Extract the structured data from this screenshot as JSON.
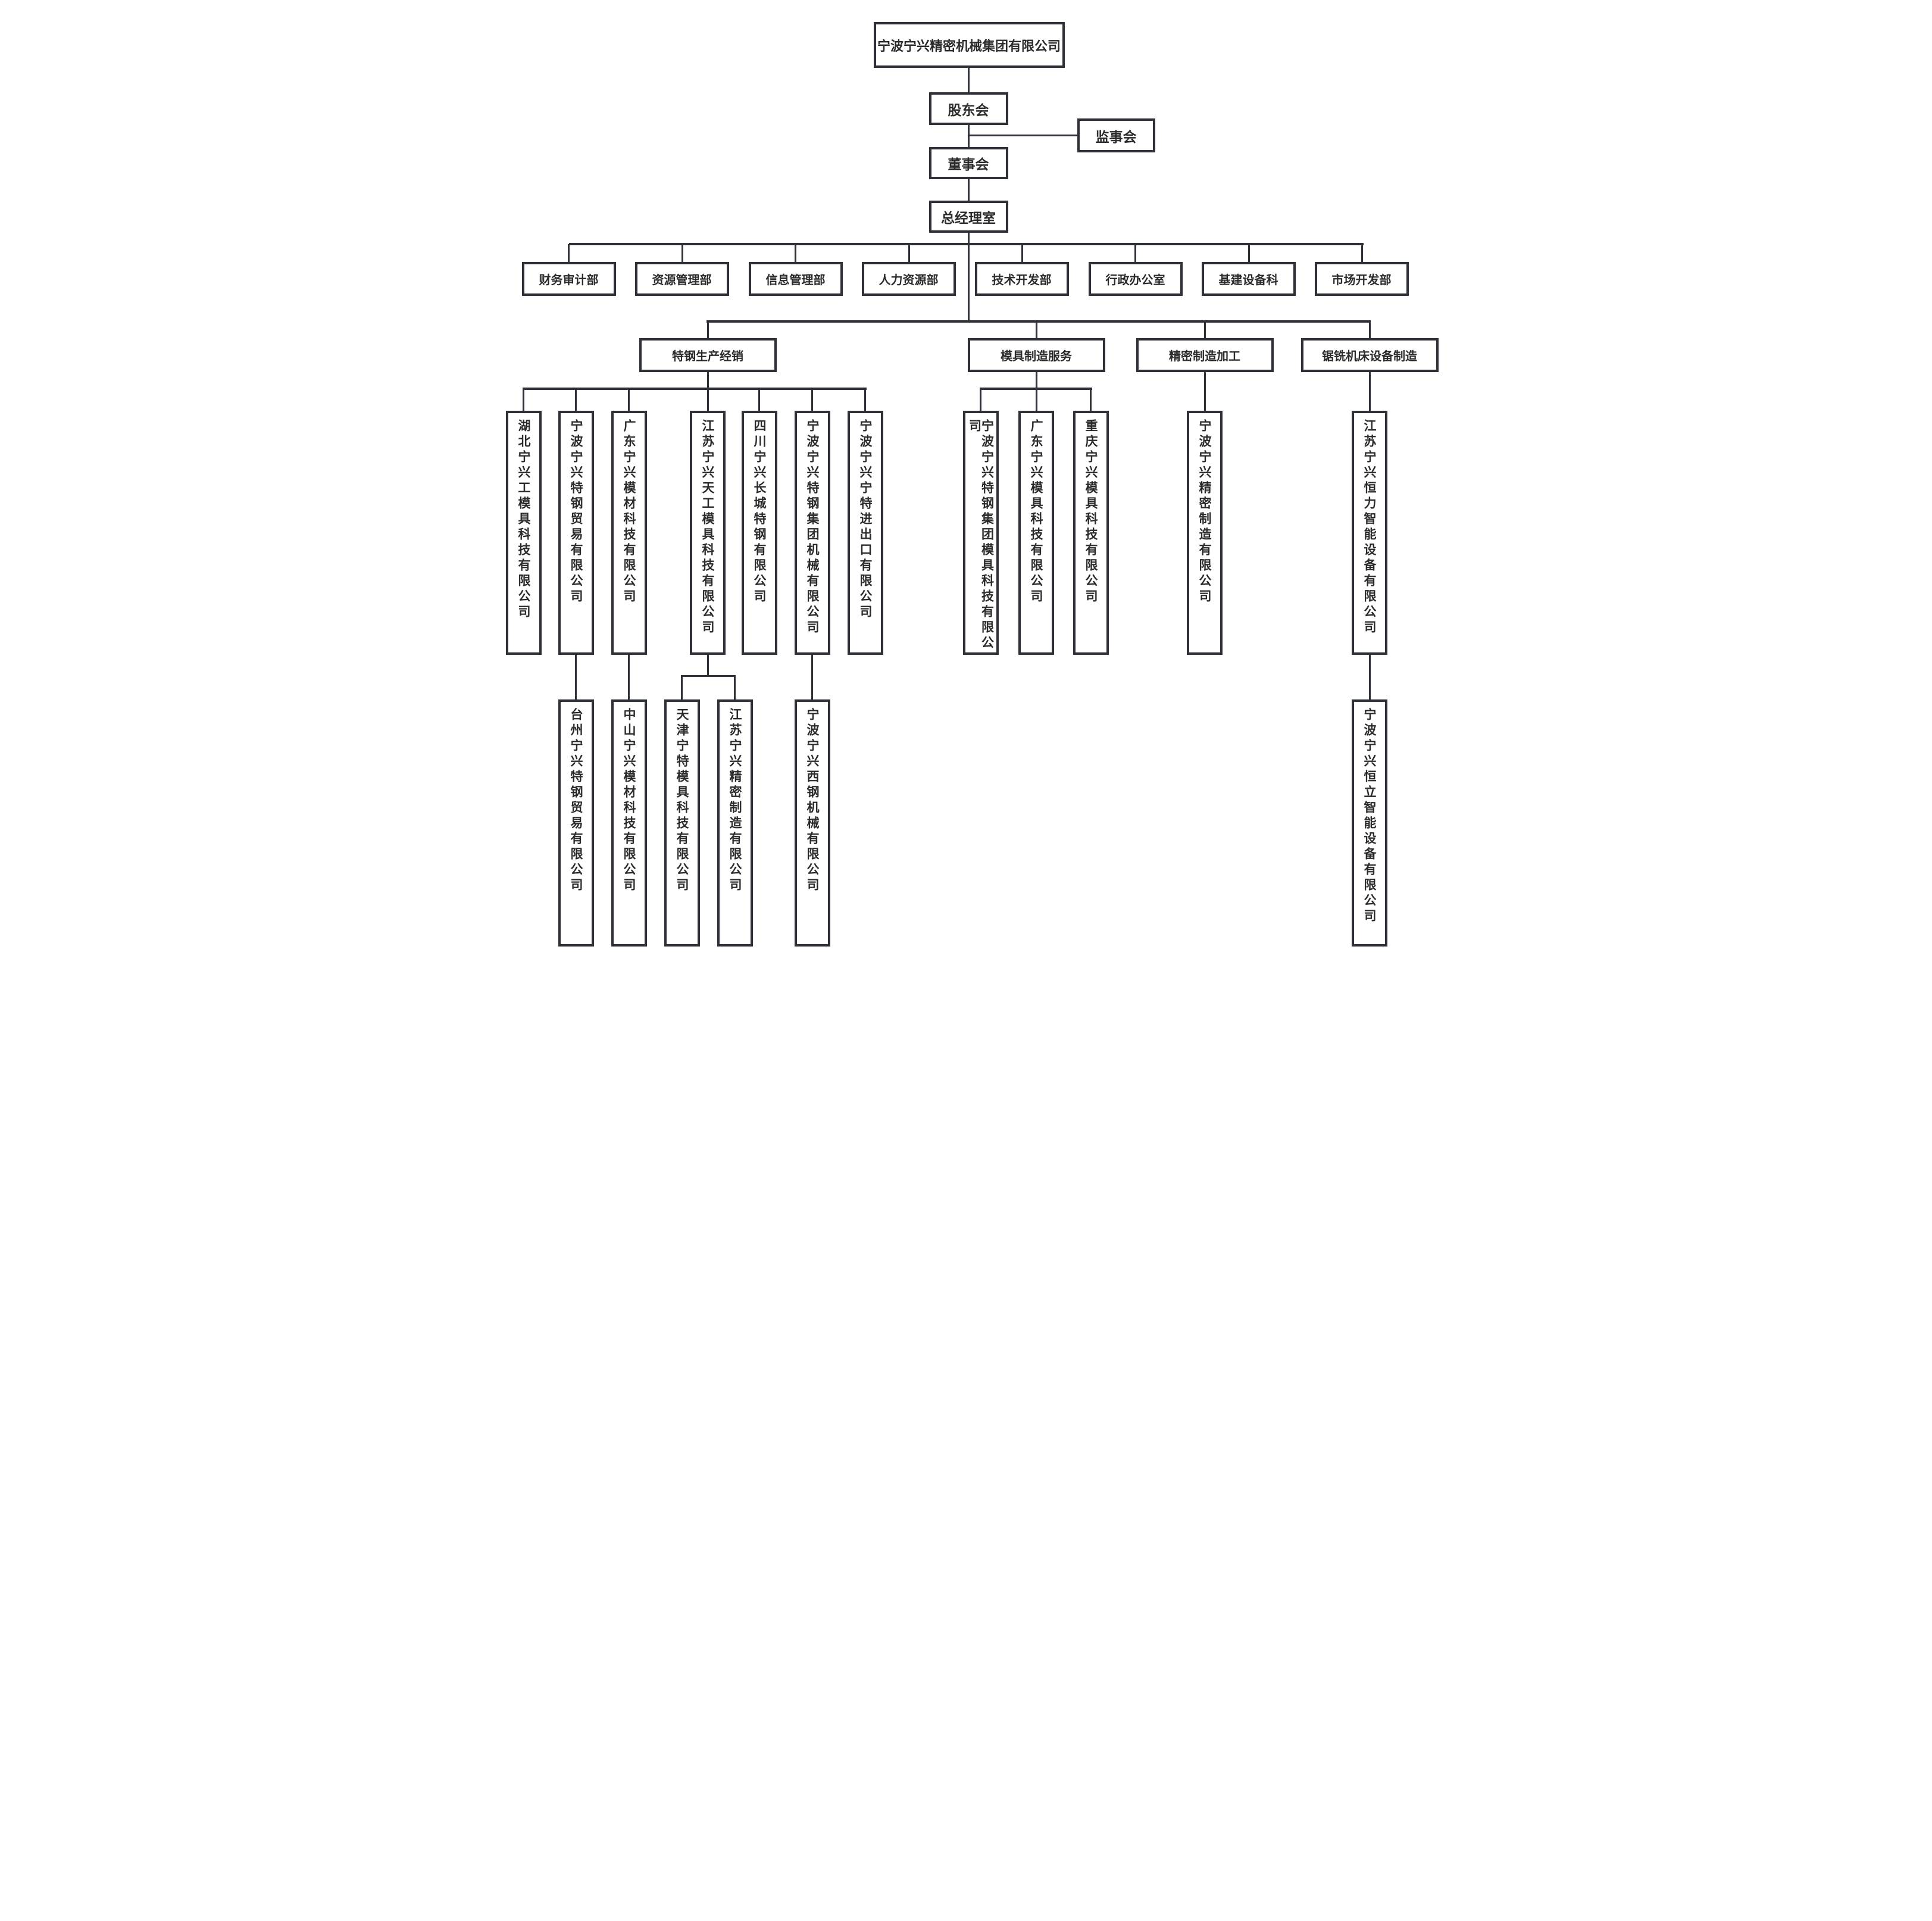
{
  "org": {
    "root": "宁波宁兴精密机械集团有限公司",
    "governance": {
      "shareholders_meeting": "股东会",
      "supervisory_board": "监事会",
      "board_of_directors": "董事会",
      "general_manager_office": "总经理室"
    },
    "departments": [
      "财务审计部",
      "资源管理部",
      "信息管理部",
      "人力资源部",
      "技术开发部",
      "行政办公室",
      "基建设备科",
      "市场开发部"
    ],
    "divisions": [
      {
        "label": "特钢生产经销",
        "companies": [
          {
            "name": "湖北宁兴工模具科技有限公司"
          },
          {
            "name": "宁波宁兴特钢贸易有限公司",
            "subsidiaries": [
              {
                "name": "台州宁兴特钢贸易有限公司"
              }
            ]
          },
          {
            "name": "广东宁兴模材科技有限公司",
            "subsidiaries": [
              {
                "name": "中山宁兴模材科技有限公司"
              }
            ]
          },
          {
            "name": "江苏宁兴天工模具科技有限公司",
            "subsidiaries": [
              {
                "name": "天津宁特模具科技有限公司"
              },
              {
                "name": "江苏宁兴精密制造有限公司"
              }
            ]
          },
          {
            "name": "四川宁兴长城特钢有限公司"
          },
          {
            "name": "宁波宁兴特钢集团机械有限公司",
            "subsidiaries": [
              {
                "name": "宁波宁兴西钢机械有限公司"
              }
            ]
          },
          {
            "name": "宁波宁兴宁特进出口有限公司"
          }
        ]
      },
      {
        "label": "模具制造服务",
        "companies": [
          {
            "name": "宁波宁兴特钢集团模具科技有限公司"
          },
          {
            "name": "广东宁兴模具科技有限公司"
          },
          {
            "name": "重庆宁兴模具科技有限公司"
          }
        ]
      },
      {
        "label": "精密制造加工",
        "companies": [
          {
            "name": "宁波宁兴精密制造有限公司"
          }
        ]
      },
      {
        "label": "锯铣机床设备制造",
        "companies": [
          {
            "name": "江苏宁兴恒力智能设备有限公司",
            "subsidiaries": [
              {
                "name": "宁波宁兴恒立智能设备有限公司"
              }
            ]
          }
        ]
      }
    ],
    "colors": {
      "line": "#2e3238",
      "text": "#2b2b2b",
      "background": "#ffffff"
    }
  }
}
